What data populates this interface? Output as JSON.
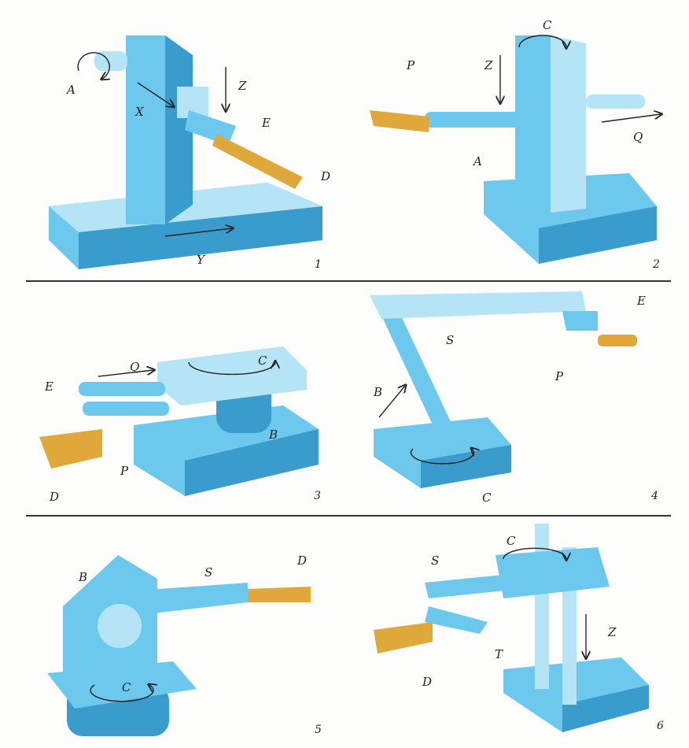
{
  "colors": {
    "body": "#6cc8ec",
    "body_dark": "#3a9ccc",
    "body_light": "#b4e4f6",
    "gripper": "#e0a83a",
    "arrow": "#222222"
  },
  "panels": [
    {
      "number": "1",
      "labels": [
        "A",
        "X",
        "Z",
        "E",
        "D",
        "Y"
      ]
    },
    {
      "number": "2",
      "labels": [
        "C",
        "Z",
        "P",
        "Q",
        "A"
      ]
    },
    {
      "number": "3",
      "labels": [
        "Q",
        "C",
        "E",
        "B",
        "P",
        "D"
      ]
    },
    {
      "number": "4",
      "labels": [
        "E",
        "S",
        "B",
        "P",
        "C"
      ]
    },
    {
      "number": "5",
      "labels": [
        "B",
        "S",
        "D",
        "C"
      ]
    },
    {
      "number": "6",
      "labels": [
        "C",
        "S",
        "Z",
        "T",
        "D"
      ]
    }
  ]
}
